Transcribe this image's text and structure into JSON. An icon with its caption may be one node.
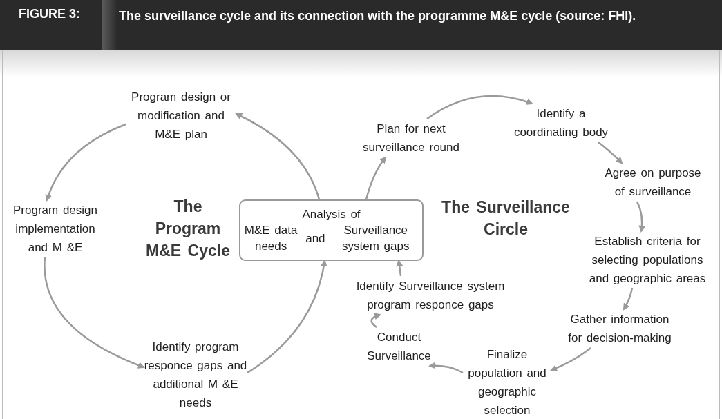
{
  "diagram": {
    "title": "The surveillance cycle and its connection with the programme M&E cycle (source: FHI).",
    "nodes": [
      {
        "text": [
          "Program design or modification and M&E plan"
        ]
      },
      {
        "text": [
          "Program design implementation and M &E"
        ]
      },
      {
        "text": [
          "Identify program responce gaps and additional M &E needs"
        ]
      },
      {
        "text": [
          "Analysis of",
          "M&E data needs",
          "and",
          "Surveillance system gaps"
        ]
      },
      {
        "text": [
          "Plan for next surveillance round"
        ]
      },
      {
        "text": [
          "Identify a coordinating body"
        ]
      },
      {
        "text": [
          "Agree on purpose of surveillance"
        ]
      },
      {
        "text": [
          "Establish criteria for selecting populations and geographic areas"
        ]
      },
      {
        "text": [
          "Gather information for decision-making"
        ]
      },
      {
        "text": [
          "Finalize population and geographic selection"
        ]
      },
      {
        "text": [
          "Conduct Surveillance"
        ]
      },
      {
        "text": [
          "Identify Surveillance system program responce gaps"
        ]
      }
    ],
    "edges": [
      {
        "from": 3,
        "to": 0,
        "arrow": "to"
      },
      {
        "from": 0,
        "to": 1,
        "arrow": "to"
      },
      {
        "from": 1,
        "to": 2,
        "arrow": "to"
      },
      {
        "from": 2,
        "to": 3,
        "arrow": "to"
      },
      {
        "from": 3,
        "to": 4,
        "arrow": "to"
      },
      {
        "from": 4,
        "to": 5,
        "arrow": "to"
      },
      {
        "from": 5,
        "to": 6,
        "arrow": "to"
      },
      {
        "from": 6,
        "to": 7,
        "arrow": "to"
      },
      {
        "from": 7,
        "to": 8,
        "arrow": "to"
      },
      {
        "from": 8,
        "to": 9,
        "arrow": "to"
      },
      {
        "from": 9,
        "to": 10,
        "arrow": "to"
      },
      {
        "from": 10,
        "to": 11,
        "arrow": "to"
      },
      {
        "from": 11,
        "to": 3,
        "arrow": "to"
      }
    ],
    "labels": [
      "FIGURE 3:",
      "The Program M&E Cycle",
      "The Surveillance Circle"
    ]
  }
}
